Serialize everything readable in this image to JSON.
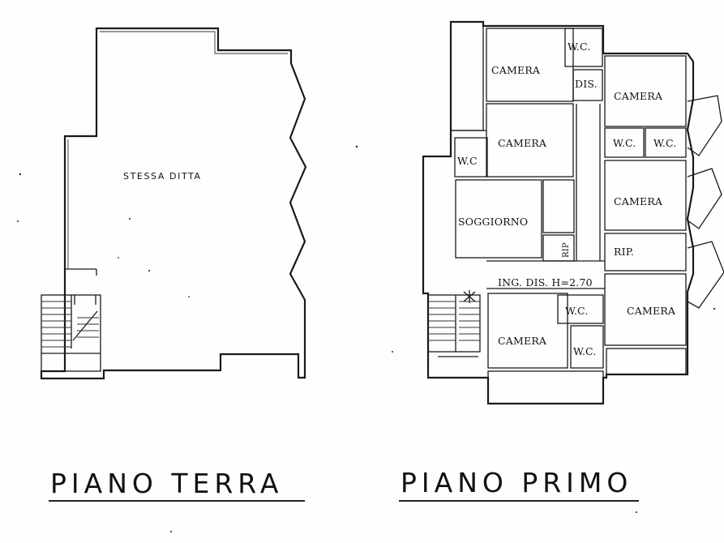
{
  "ground_floor": {
    "title": "PIANO TERRA",
    "area_label": "STESSA DITTA"
  },
  "first_floor": {
    "title": "PIANO PRIMO",
    "rooms": {
      "camera_nw": "CAMERA",
      "wc_top": "W.C.",
      "dis_top": "DIS.",
      "camera_ne": "CAMERA",
      "camera_mid": "CAMERA",
      "wc_left": "W.C",
      "wc_e1": "W.C.",
      "wc_e2": "W.C.",
      "camera_e2": "CAMERA",
      "soggiorno": "SOGGIORNO",
      "rip_small": "RIP",
      "rip_e": "RIP.",
      "ingresso": "ING. DIS. H=2.70",
      "wc_bottom_1": "W.C.",
      "camera_se": "CAMERA",
      "camera_sw": "CAMERA",
      "wc_bottom_2": "W.C."
    }
  }
}
